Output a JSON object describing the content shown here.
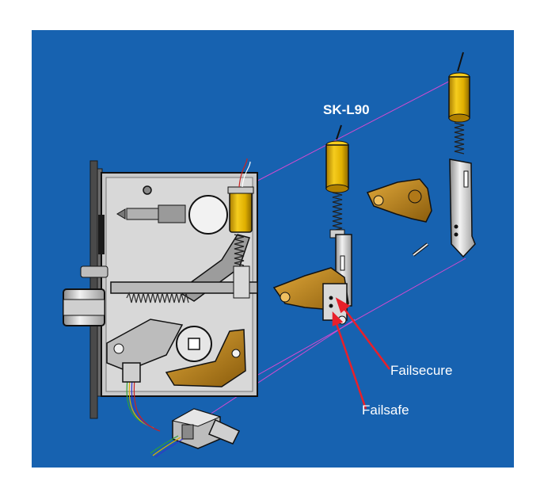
{
  "colors": {
    "background": "#1762b0",
    "housing": "#c9c9c9",
    "brass": "#c8901e",
    "solenoid": "#e8b800",
    "arrow": "#e8202a",
    "guide_line": "#d24ad0"
  },
  "labels": {
    "model": "SK-L90",
    "failsecure": "Failsecure",
    "failsafe": "Failsafe"
  }
}
